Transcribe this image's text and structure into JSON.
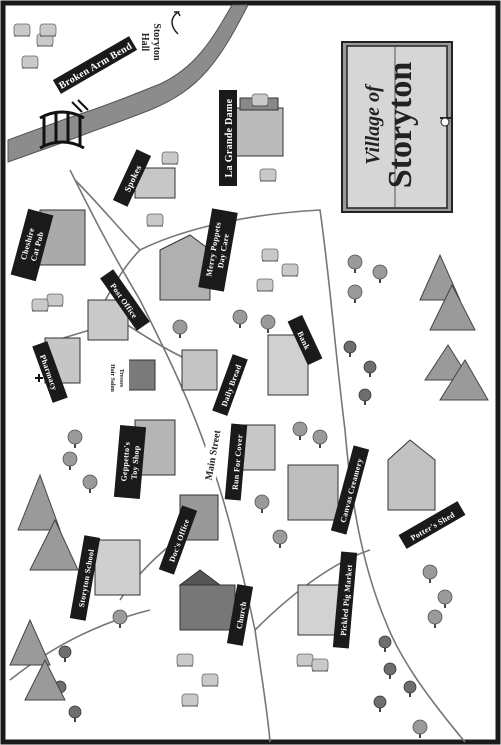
{
  "title": {
    "line1": "Village of",
    "line2": "Storyton"
  },
  "river_labels": {
    "bend": "Broken Arm Bend",
    "hall_1": "Storyton",
    "hall_2": "Hall"
  },
  "banners": {
    "la_grande_dame": "La Grande Dame",
    "spokes": "Spokes",
    "cheshire_1": "Cheshire",
    "cheshire_2": "Cat Pub",
    "merry_1": "Merry Poppets",
    "merry_2": "Day Care",
    "post_office": "Post Office",
    "bank": "Bank",
    "pharmacy": "Pharmacy",
    "tresses_1": "Tresses",
    "tresses_2": "Hair Salon",
    "daily_bread": "Daily Bread",
    "geppetto_1": "Geppetto's",
    "geppetto_2": "Toy Shop",
    "main_street": "Main Street",
    "run_for_cover": "Run For Cover",
    "canvas_creamery": "Canvas Creamery",
    "potters_shed": "Potter's Shed",
    "docs_office": "Doc's Office",
    "storyton_school": "Storyton School",
    "church": "Church",
    "pickled_pig": "Pickled Pig Market"
  },
  "colors": {
    "ink": "#1a1a1a",
    "river": "#8c8c8c",
    "road": "#777777",
    "book": "#d6d6d6"
  },
  "icons": [
    "bridge-icon",
    "book-icon",
    "arrow-icon",
    "tree-icon",
    "mountain-icon",
    "building-icon"
  ]
}
